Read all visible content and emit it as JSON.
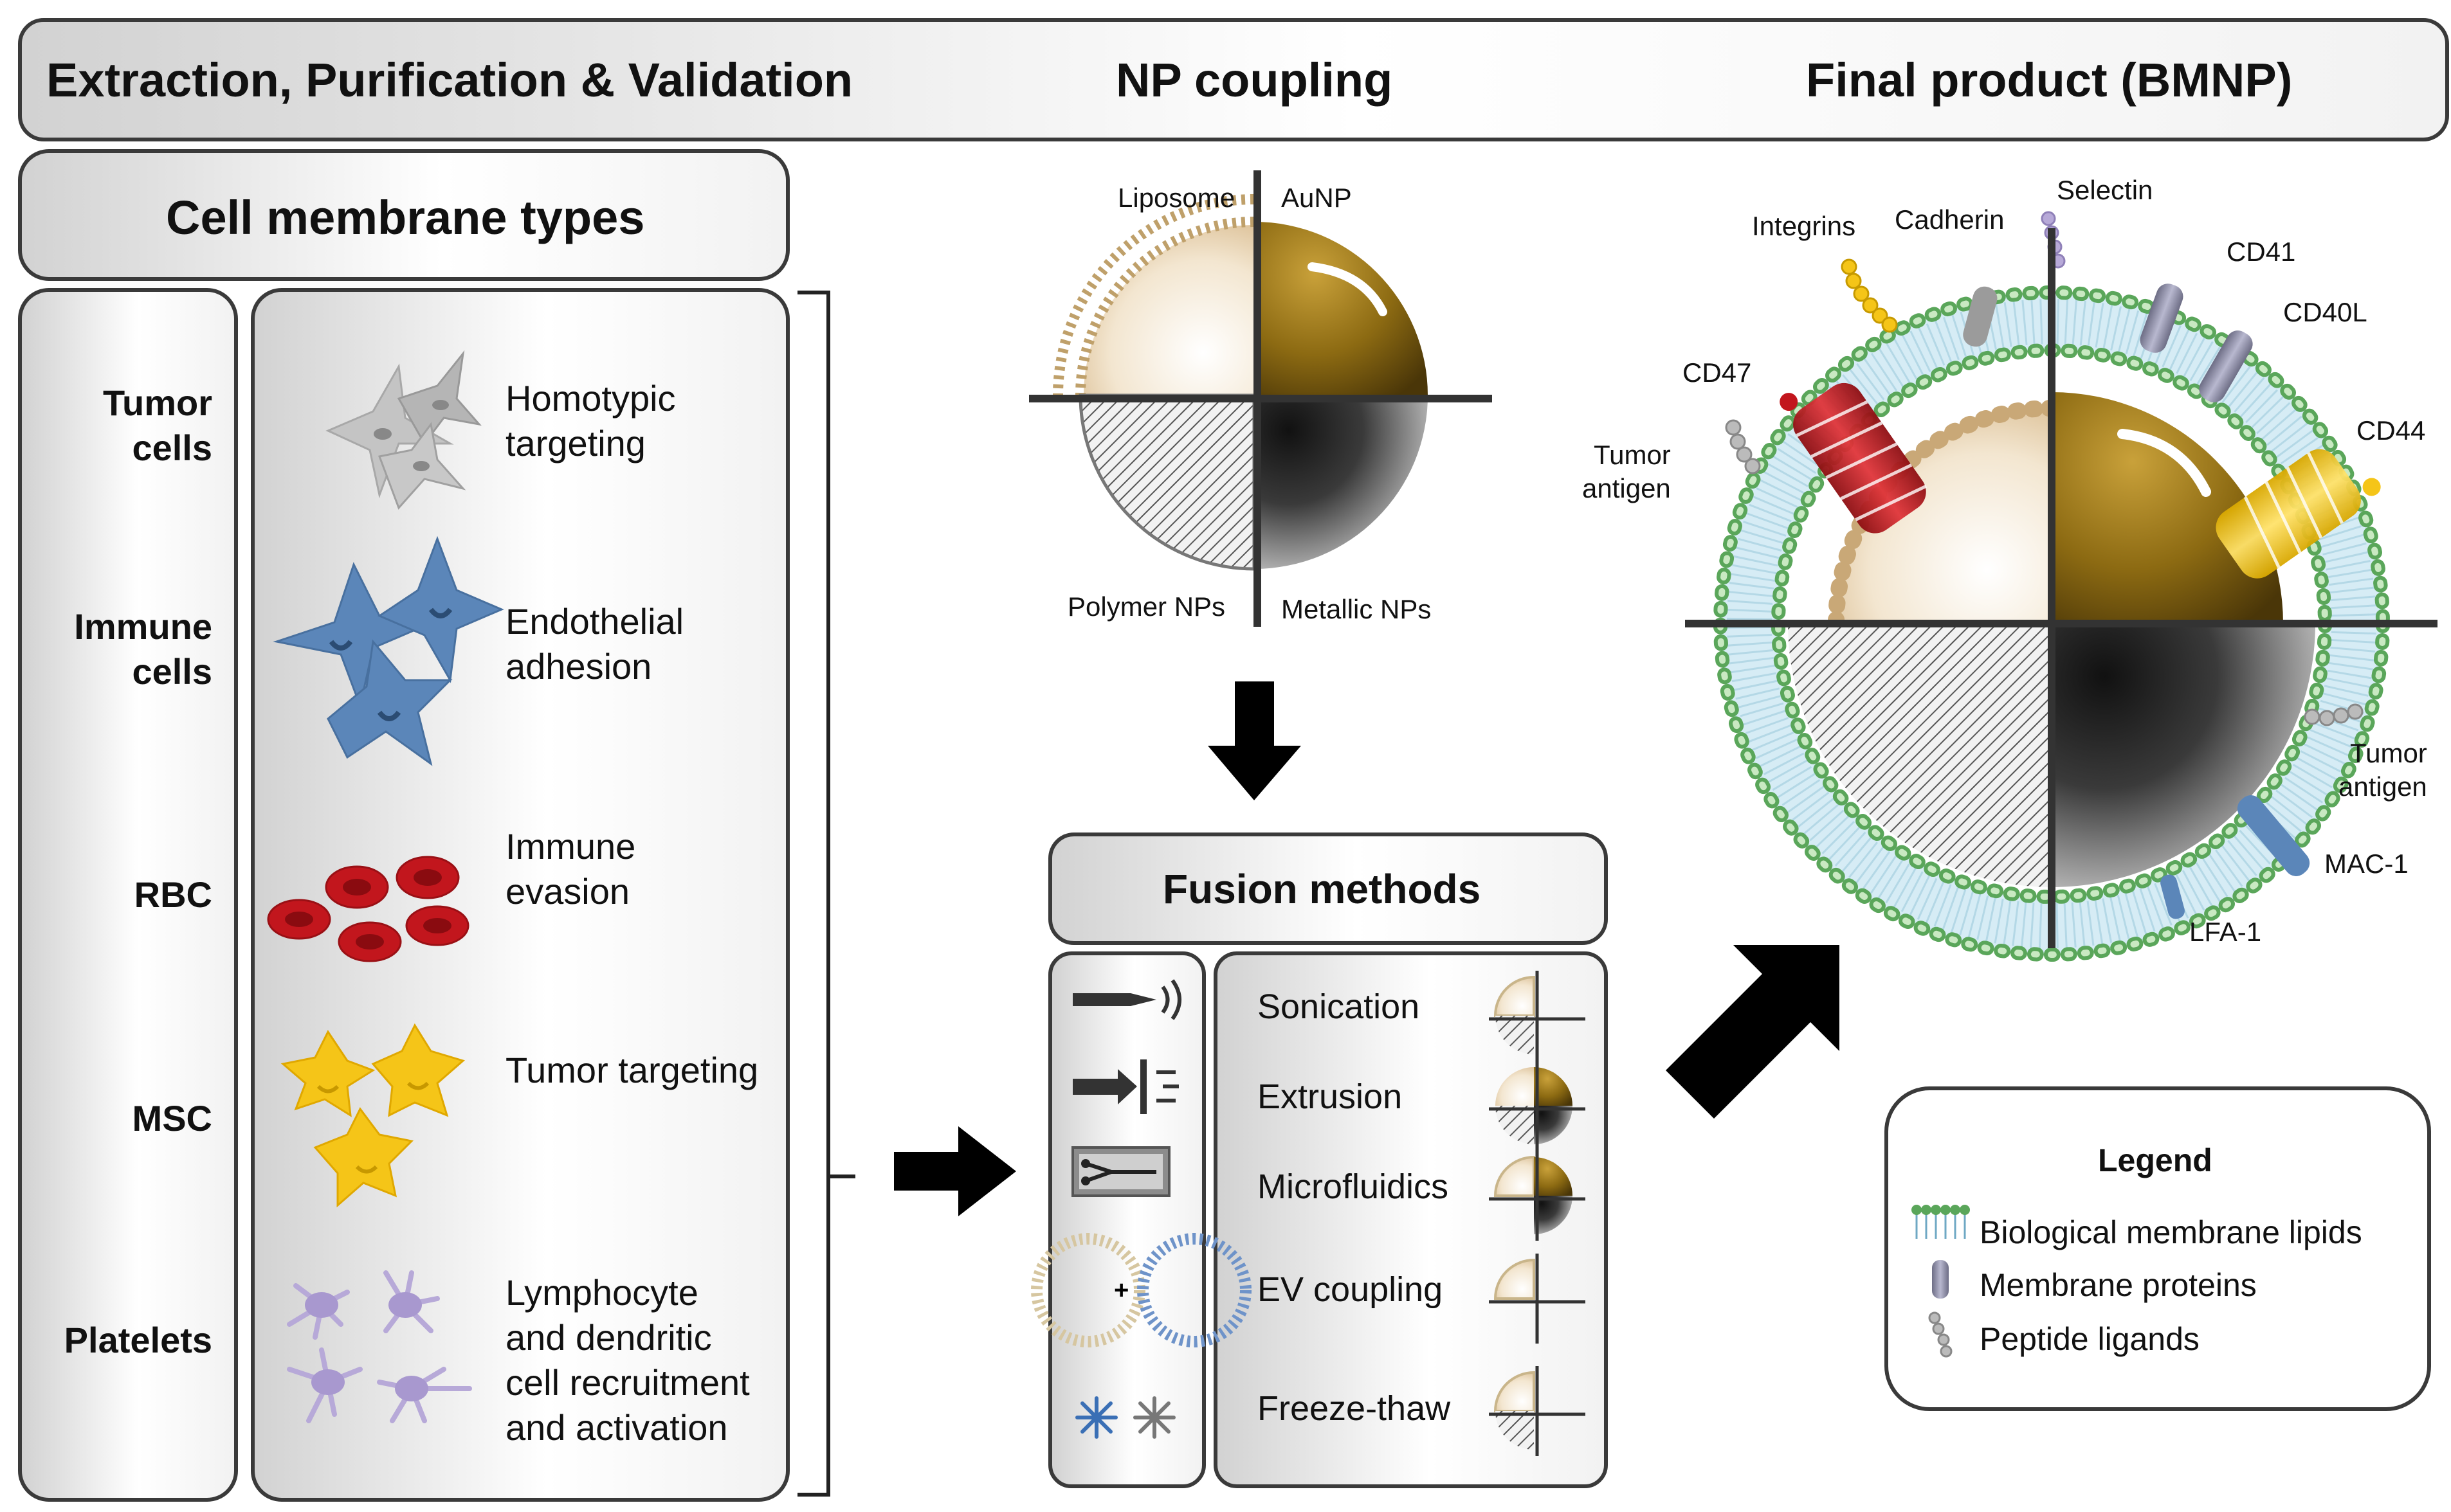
{
  "header": {
    "extraction": "Extraction, Purification & Validation",
    "coupling": "NP coupling",
    "final": "Final product (BMNP)"
  },
  "membrane_panel": {
    "title": "Cell membrane types",
    "rows": [
      {
        "cell": "Tumor cells",
        "cell_l1": "Tumor",
        "cell_l2": "cells",
        "function": "Homotypic targeting",
        "fn_l1": "Homotypic",
        "fn_l2": "targeting",
        "icon": "tumor-cells-icon",
        "color": "#bdbdbd"
      },
      {
        "cell": "Immune cells",
        "cell_l1": "Immune",
        "cell_l2": "cells",
        "function": "Endothelial adhesion",
        "fn_l1": "Endothelial",
        "fn_l2": "adhesion",
        "icon": "immune-cells-icon",
        "color": "#5b86b9"
      },
      {
        "cell": "RBC",
        "function": "Immune evasion",
        "fn_l1": "Immune",
        "fn_l2": "evasion",
        "icon": "rbc-icon",
        "color": "#c2161d"
      },
      {
        "cell": "MSC",
        "function": "Tumor targeting",
        "icon": "msc-icon",
        "color": "#f5c518"
      },
      {
        "cell": "Platelets",
        "function": "Lymphocyte and dendritic cell recruitment and activation",
        "fn_l1": "Lymphocyte",
        "fn_l2": "and dendritic",
        "fn_l3": "cell recruitment",
        "fn_l4": "and activation",
        "icon": "platelets-icon",
        "color": "#b7a9d8"
      }
    ]
  },
  "np_coupling": {
    "liposome": "Liposome",
    "aunp": "AuNP",
    "polymer": "Polymer NPs",
    "metallic": "Metallic NPs"
  },
  "fusion": {
    "title": "Fusion methods",
    "methods": [
      {
        "label": "Sonication",
        "icon": "sonication-icon"
      },
      {
        "label": "Extrusion",
        "icon": "extrusion-icon"
      },
      {
        "label": "Microfluidics",
        "icon": "microfluidics-icon"
      },
      {
        "label": "EV coupling",
        "icon": "ev-coupling-icon"
      },
      {
        "label": "Freeze-thaw",
        "icon": "freeze-thaw-icon"
      }
    ]
  },
  "bmnp": {
    "labels": {
      "integrins": "Integrins",
      "cadherin": "Cadherin",
      "selectin": "Selectin",
      "cd41": "CD41",
      "cd40l": "CD40L",
      "cd47": "CD47",
      "cd44": "CD44",
      "tumor_antigen_left_1": "Tumor",
      "tumor_antigen_left_2": "antigen",
      "tumor_antigen_right_1": "Tumor",
      "tumor_antigen_right_2": "antigen",
      "mac1": "MAC-1",
      "lfa1": "LFA-1"
    },
    "colors": {
      "cd47": "#c2161d",
      "cd44": "#f5c518",
      "lipid_head": "#5aa65a",
      "gold": "#8a6a10"
    }
  },
  "legend": {
    "title": "Legend",
    "items": [
      {
        "label": "Biological membrane lipids",
        "icon": "lipid-icon"
      },
      {
        "label": "Membrane proteins",
        "icon": "protein-icon"
      },
      {
        "label": "Peptide ligands",
        "icon": "peptide-icon"
      }
    ]
  }
}
